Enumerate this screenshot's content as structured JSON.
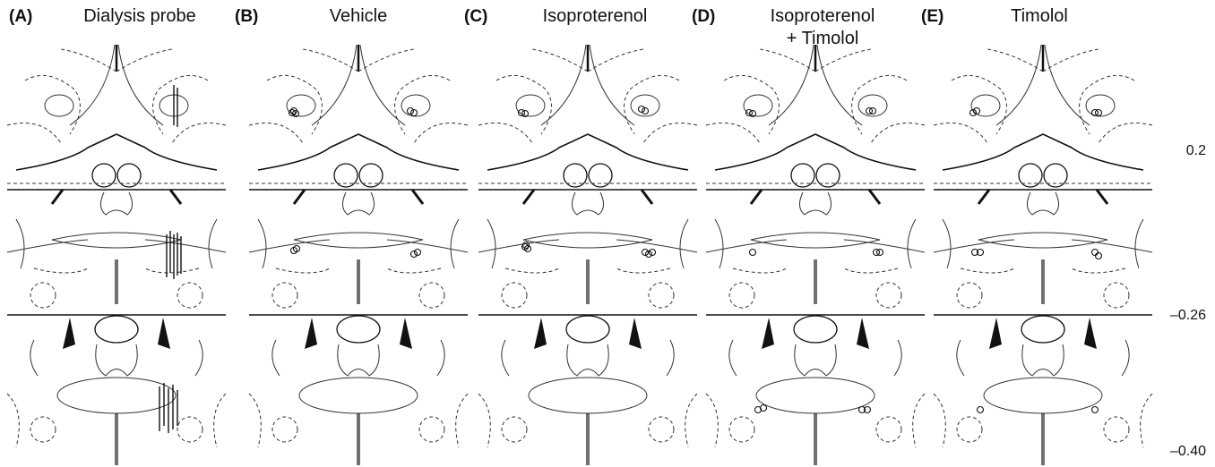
{
  "panels": [
    {
      "letter": "(A)",
      "title": "Dialysis probe",
      "subtitle": ""
    },
    {
      "letter": "(B)",
      "title": "Vehicle",
      "subtitle": ""
    },
    {
      "letter": "(C)",
      "title": "Isoproterenol",
      "subtitle": ""
    },
    {
      "letter": "(D)",
      "title": "Isoproterenol",
      "subtitle": "+ Timolol"
    },
    {
      "letter": "(E)",
      "title": "Timolol",
      "subtitle": ""
    }
  ],
  "coordinates": [
    "0.2",
    "–0.26",
    "–0.40"
  ],
  "colors": {
    "line": "#222222",
    "background": "#ffffff"
  }
}
